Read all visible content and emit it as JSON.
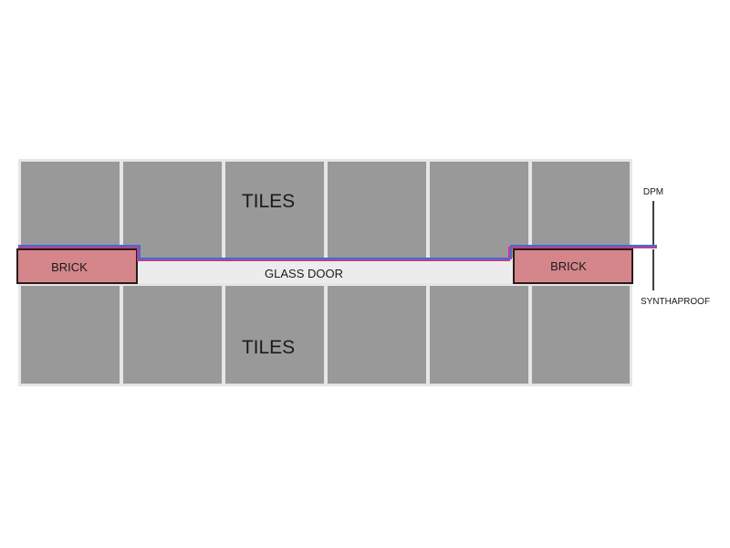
{
  "labels": {
    "tiles_top": "TILES",
    "tiles_bottom": "TILES",
    "glass_door": "GLASS DOOR",
    "brick_left": "BRICK",
    "brick_right": "BRICK",
    "dpm": "DPM",
    "synthaproof": "SYNTHAPROOF"
  },
  "colors": {
    "tile": "#999999",
    "grout": "#e6e6e6",
    "brick": "#d4868b",
    "brick_outline": "#2a1a1a",
    "door_gap": "#ececec",
    "dpm_line": "#3f6fd6",
    "synthaproof_line": "#c23c8c",
    "callout_line": "#000000"
  }
}
